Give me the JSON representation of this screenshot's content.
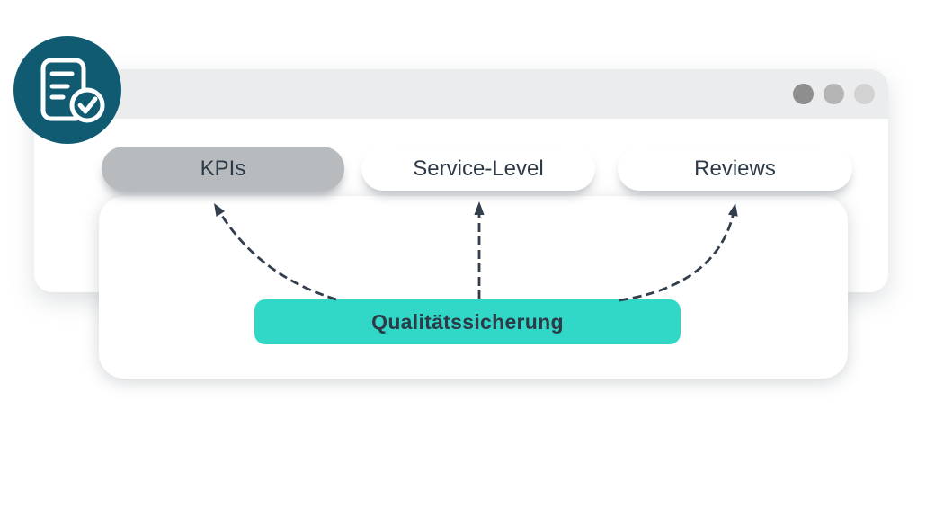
{
  "badge": {
    "icon": "document-check-icon"
  },
  "browser_window": {
    "dots": [
      "#8e8e8e",
      "#b4b4b4",
      "#d2d2d2"
    ]
  },
  "tabs": [
    {
      "label": "KPIs",
      "state": "active"
    },
    {
      "label": "Service-Level",
      "state": "default"
    },
    {
      "label": "Reviews",
      "state": "default"
    }
  ],
  "diagram": {
    "source_label": "Qualitätssicherung",
    "connections": [
      "KPIs",
      "Service-Level",
      "Reviews"
    ],
    "arrow_style": "dashed-curved"
  },
  "colors": {
    "badge_teal": "#105b72",
    "accent_teal": "#31d8c7",
    "arrow_dark": "#333e4d",
    "text_dark": "#2e3a47",
    "inactive_pill_gray": "#b7bbbe",
    "titlebar_gray": "#ebeced"
  }
}
